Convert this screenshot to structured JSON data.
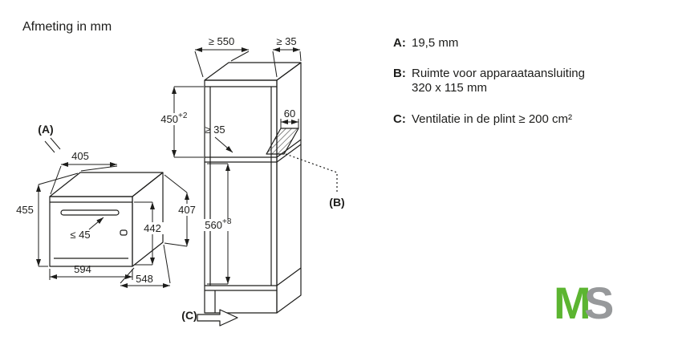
{
  "title": "Afmeting in mm",
  "oven": {
    "label_a": "(A)",
    "dim_top_depth": "405",
    "dim_height_total": "455",
    "dim_height_back": "407",
    "dim_height_body": "442",
    "dim_handle": "≤ 45",
    "dim_width": "594",
    "dim_depth": "548"
  },
  "cabinet": {
    "dim_depth_min": "≥ 550",
    "dim_top_gap": "≥ 35",
    "dim_niche_height": "450",
    "dim_niche_height_tol": "+2",
    "dim_side_gap": "≥ 35",
    "dim_connection_width": "60",
    "label_b": "(B)",
    "dim_lower_height": "560",
    "dim_lower_height_tol": "+8",
    "label_c": "(C)"
  },
  "legend": {
    "a_key": "A:",
    "a_text": "19,5 mm",
    "b_key": "B:",
    "b_text": "Ruimte voor apparaataansluiting",
    "b_text2": "320 x 115 mm",
    "c_key": "C:",
    "c_text": "Ventilatie in de plint ≥ 200 cm²"
  },
  "logo": {
    "m": "M",
    "s": "S",
    "m_color": "#5cb531",
    "s_color": "#97999b"
  },
  "line_color": "#1d1d1b"
}
